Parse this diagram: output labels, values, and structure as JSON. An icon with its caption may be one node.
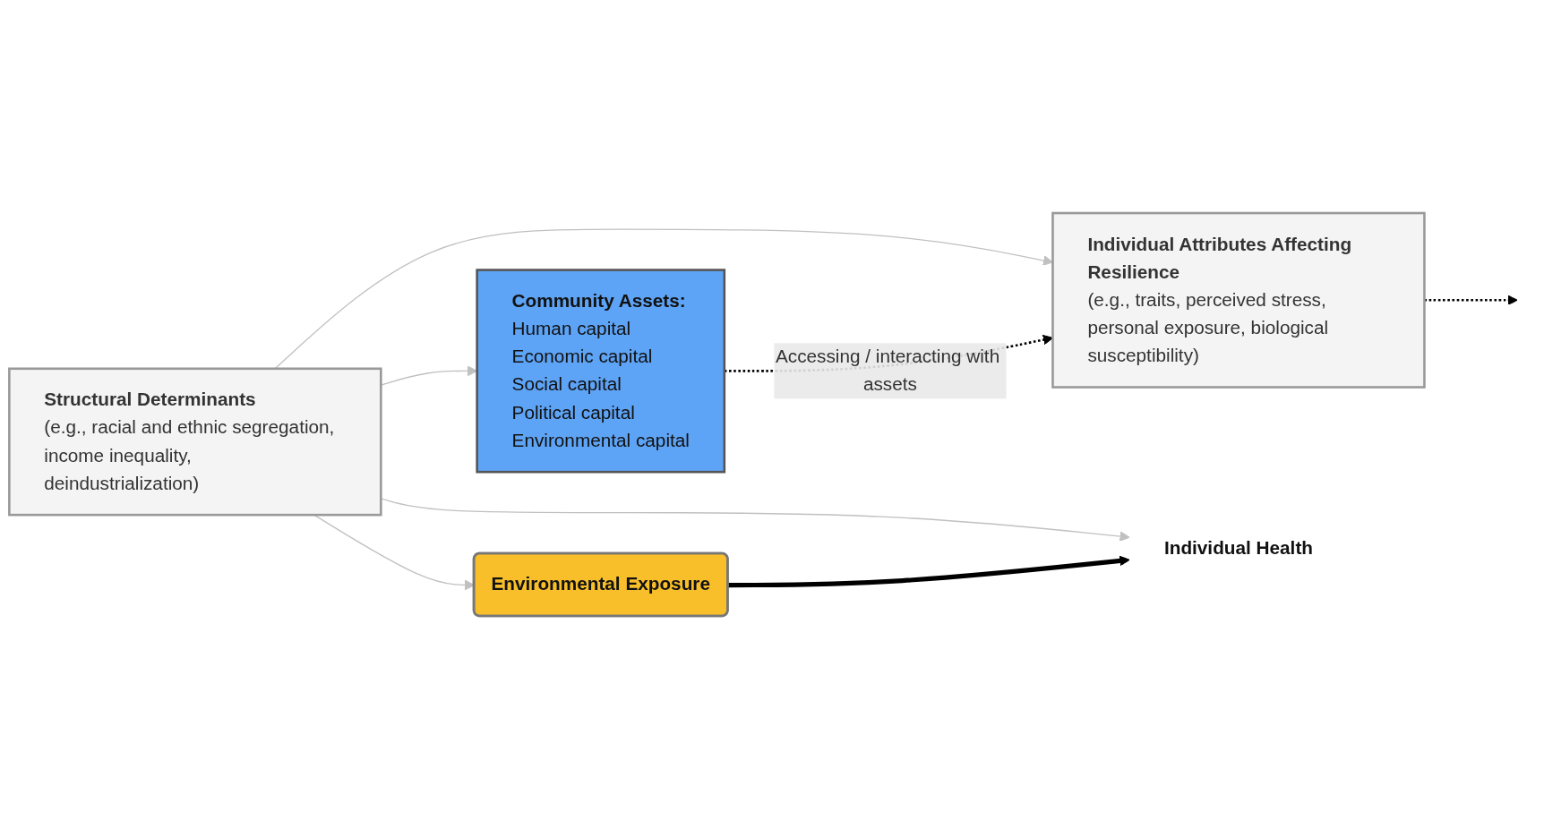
{
  "diagram": {
    "nodes": [
      {
        "text": [
          "Structural Determinants",
          "(e.g., racial and ethnic segregation, income inequality, deindustrialization)"
        ]
      },
      {
        "text": [
          "Community Assets:",
          "Human capital",
          "Economic capital",
          "Social capital",
          "Political capital",
          "Environmental capital"
        ]
      },
      {
        "text": [
          "Individual Attributes Affecting Resilience",
          "(e.g., traits, perceived stress, personal exposure, biological susceptibility)"
        ]
      },
      {
        "text": [
          "Environmental Exposure"
        ]
      },
      {
        "text": [
          "Individual Health"
        ]
      }
    ],
    "edges": [
      {
        "from": 0,
        "to": 1,
        "arrow": "to",
        "color": "#c0c0c0"
      },
      {
        "from": 0,
        "to": 2,
        "arrow": "to",
        "color": "#c0c0c0"
      },
      {
        "from": 0,
        "to": 4,
        "arrow": "to",
        "color": "#c0c0c0"
      },
      {
        "from": 0,
        "to": 3,
        "arrow": "to",
        "color": "#c0c0c0"
      },
      {
        "from": 1,
        "to": 2,
        "arrow": "to",
        "label": "Accessing / interacting with assets",
        "style": "dashed",
        "color": "#000000"
      },
      {
        "from": 3,
        "to": 4,
        "arrow": "to",
        "style": "thick",
        "color": "#000000"
      },
      {
        "from": 2,
        "to": null,
        "arrow": "to",
        "style": "dashed",
        "color": "#000000"
      }
    ]
  }
}
